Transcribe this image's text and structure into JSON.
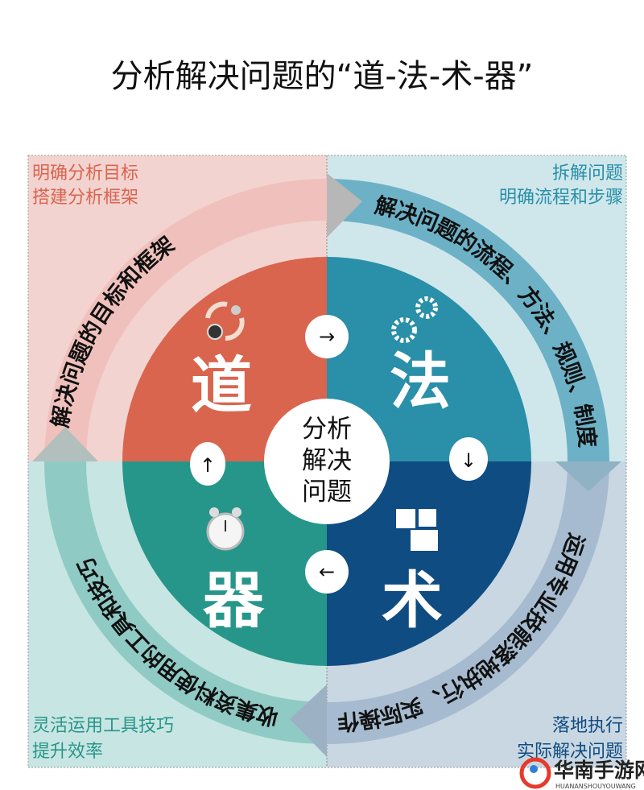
{
  "title": "分析解决问题的“道-法-术-器”",
  "center": {
    "line1": "分析",
    "line2": "解决",
    "line3": "问题"
  },
  "quadrants": {
    "dao": {
      "label": "道",
      "icon": "refresh-cycle-icon",
      "color": "#d9654f",
      "note1": "明确分析目标",
      "note2": "搭建分析框架",
      "arc_text": "解决问题的目标和框架"
    },
    "fa": {
      "label": "法",
      "icon": "gears-icon",
      "color": "#2a8fa8",
      "note1": "拆解问题",
      "note2": "明确流程和步骤",
      "arc_text": "解决问题的流程、方法、规则、制度"
    },
    "shu": {
      "label": "术",
      "icon": "puzzle-icon",
      "color": "#0f4c82",
      "note1": "落地执行",
      "note2": "实际解决问题",
      "arc_text": "运用专业技能落地执行、实际操作"
    },
    "qi": {
      "label": "器",
      "icon": "alarm-clock-icon",
      "color": "#27968a",
      "note1": "灵活运用工具技巧",
      "note2": "提升效率",
      "arc_text": "收集资料使用的工具和技巧"
    }
  },
  "arrows": {
    "right": "→",
    "down": "↓",
    "left": "←",
    "up": "↑"
  },
  "watermark": {
    "name": "华南手游网",
    "pinyin": "HUANANSHOUYOUWANG"
  }
}
